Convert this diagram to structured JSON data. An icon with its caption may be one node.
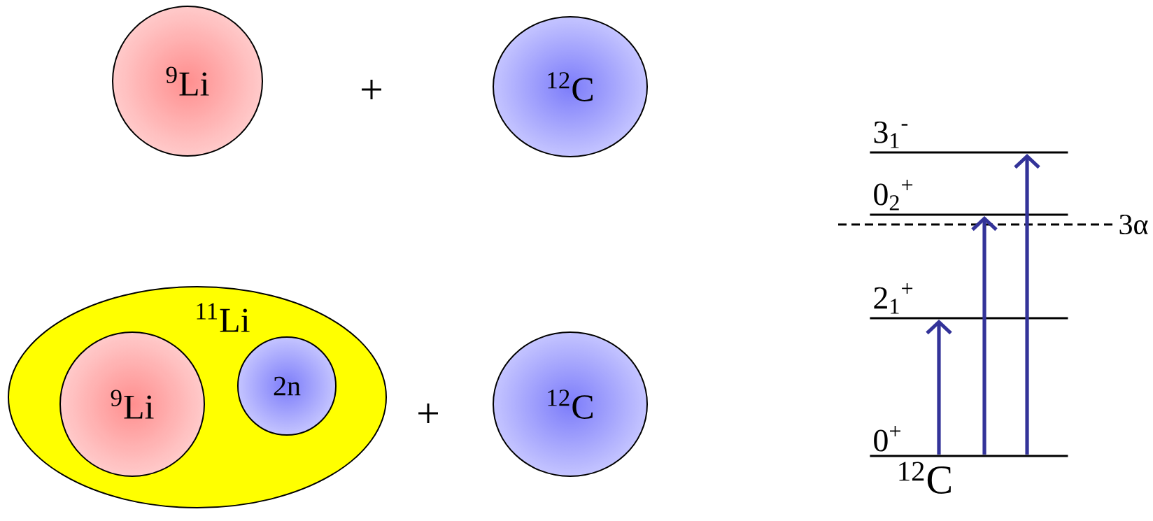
{
  "diagram": {
    "nodes": [
      {
        "text": [
          "$^{9}$Li"
        ]
      },
      {
        "text": [
          "$^{12}$C"
        ]
      },
      {
        "text": [
          "$^{11}$Li"
        ]
      },
      {
        "text": [
          "$^{9}$Li"
        ],
        "in": 2
      },
      {
        "text": [
          "2n"
        ],
        "in": 2
      },
      {
        "text": [
          "$^{12}$C"
        ]
      },
      {
        "text": [
          "3$_{1}$$^{-}$"
        ]
      },
      {
        "text": [
          "0$_{2}$$^{+}$"
        ]
      },
      {
        "text": [
          "2$_{1}$$^{+}$"
        ]
      },
      {
        "text": [
          "0$^{+}$"
        ],
        "beside": [
          "$^{12}$C"
        ]
      }
    ],
    "edges": [
      {
        "from": 9,
        "to": 8,
        "arrow": "to"
      },
      {
        "from": 9,
        "to": 7,
        "arrow": "to"
      },
      {
        "from": 9,
        "to": 6,
        "arrow": "to"
      }
    ],
    "labels": [
      "+",
      "+",
      "3α"
    ]
  }
}
